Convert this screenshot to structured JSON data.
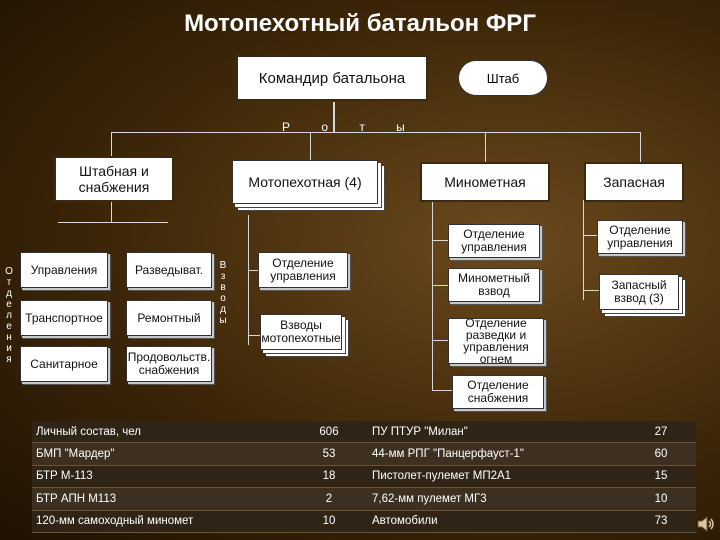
{
  "title": "Мотопехотный батальон ФРГ",
  "commander": "Командир батальона",
  "staff": "Штаб",
  "roty_label": "Р о т ы",
  "companies": {
    "hq": "Штабная и снабжения",
    "motor": "Мотопехотная (4)",
    "mortar": "Минометная",
    "reserve": "Запасная"
  },
  "otdeleniya_label": [
    "О",
    "т",
    "д",
    "е",
    "л",
    "е",
    "н",
    "и",
    "я"
  ],
  "vzvody_label": [
    "В",
    "з",
    "в",
    "о",
    "д",
    "ы"
  ],
  "hq_sections": {
    "upravleniya": "Управления",
    "razvedyvat": "Разведыват.",
    "transportnoe": "Транспортное",
    "remontny": "Ремонтный",
    "sanitarnoe": "Санитарное",
    "prodovolstv": "Продовольств. снабжения"
  },
  "motor_units": {
    "otd_upr": "Отделение управления",
    "vzvody": "Взводы мотопехотные"
  },
  "mortar_units": {
    "otd_upr": "Отделение управления",
    "vzvod": "Минометный взвод",
    "razvedki": "Отделение разведки и управления огнем",
    "snabzheniya": "Отделение снабжения"
  },
  "reserve_units": {
    "otd_upr": "Отделение управления",
    "vzvod": "Запасный взвод (3)"
  },
  "stats": [
    [
      "Личный состав, чел",
      "606",
      "ПУ ПТУР \"Милан\"",
      "27"
    ],
    [
      "БМП \"Мардер\"",
      "53",
      "44-мм РПГ \"Панцерфауст-1\"",
      "60"
    ],
    [
      "БТР М-113",
      "18",
      "Пистолет-пулемет МП2А1",
      "15"
    ],
    [
      "БТР АПН М113",
      "2",
      "7,62-мм пулемет МГ3",
      "10"
    ],
    [
      "120-мм самоходный миномет",
      "10",
      "Автомобили",
      "73"
    ]
  ]
}
